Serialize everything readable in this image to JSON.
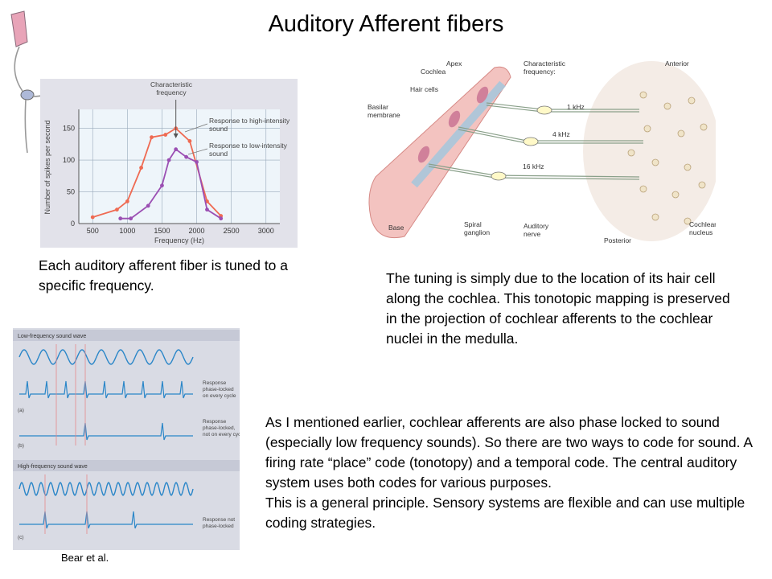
{
  "slide": {
    "title": "Auditory Afferent fibers",
    "para1": "Each auditory afferent fiber is tuned to a specific frequency.",
    "para2": "The tuning is simply due to the location of its hair cell along the cochlea. This tonotopic mapping is preserved in the projection of cochlear afferents to the cochlear nuclei in the medulla.",
    "para3a": "As I mentioned earlier, cochlear afferents are also phase locked to sound (especially low frequency sounds). So there are two ways to code for sound. A firing rate “place” code (tonotopy) and a temporal code. The central auditory system uses both codes for various purposes.",
    "para3b": "This is a general principle. Sensory systems are flexible and can use multiple coding strategies.",
    "credit": "Bear et al."
  },
  "chart_data": {
    "type": "line",
    "title": "",
    "xlabel": "Frequency (Hz)",
    "ylabel": "Number of spikes per second",
    "xlim": [
      300,
      3200
    ],
    "ylim": [
      0,
      180
    ],
    "xticks": [
      "500",
      "1000",
      "1500",
      "2000",
      "2500",
      "3000"
    ],
    "xtick_values": [
      500,
      1000,
      1500,
      2000,
      2500,
      3000
    ],
    "yticks": [
      "0",
      "50",
      "100",
      "150"
    ],
    "ytick_values": [
      0,
      50,
      100,
      150
    ],
    "grid": true,
    "annotation": "Characteristic frequency",
    "annotation_x": 1700,
    "series": [
      {
        "name": "Response to high-intensity sound",
        "color": "#ef6a52",
        "x": [
          500,
          850,
          1000,
          1200,
          1350,
          1550,
          1700,
          1900,
          2150,
          2350
        ],
        "y": [
          10,
          22,
          35,
          88,
          136,
          140,
          150,
          130,
          35,
          12
        ]
      },
      {
        "name": "Response to low-intensity sound",
        "color": "#9b4fb3",
        "x": [
          900,
          1050,
          1300,
          1500,
          1600,
          1700,
          1850,
          2000,
          2150,
          2350
        ],
        "y": [
          8,
          8,
          28,
          60,
          100,
          117,
          105,
          97,
          22,
          8
        ]
      }
    ]
  },
  "cochlea": {
    "labels": {
      "apex": "Apex",
      "cochlea": "Cochlea",
      "hair_cells": "Hair cells",
      "basilar": "Basilar membrane",
      "char_freq": "Characteristic frequency:",
      "f1": "1 kHz",
      "f2": "4 kHz",
      "f3": "16 kHz",
      "base": "Base",
      "spiral": "Spiral ganglion",
      "nerve": "Auditory nerve",
      "posterior": "Posterior",
      "anterior": "Anterior",
      "nucleus": "Cochlear nucleus"
    }
  },
  "phase": {
    "low_title": "Low-frequency sound wave",
    "high_title": "High-frequency sound wave",
    "resp_a": "Response phase-locked on every cycle",
    "resp_b": "Response phase-locked, not on every cycle",
    "resp_c": "Response not phase-locked",
    "tag_a": "(a)",
    "tag_b": "(b)",
    "tag_c": "(c)"
  }
}
